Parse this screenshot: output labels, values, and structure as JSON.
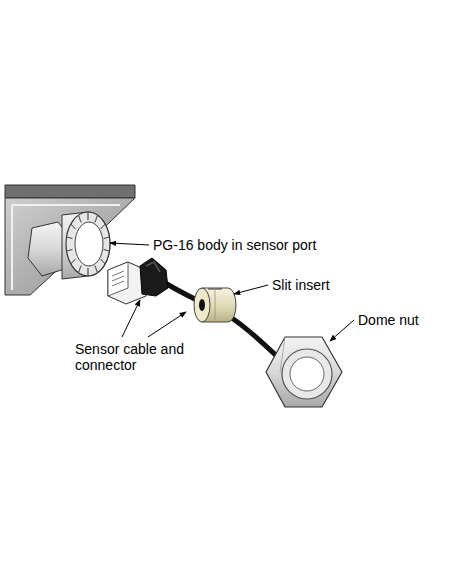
{
  "diagram": {
    "labels": [
      "PG-16 body in sensor port",
      "Slit insert",
      "Dome nut",
      "Sensor cable and connector"
    ]
  }
}
